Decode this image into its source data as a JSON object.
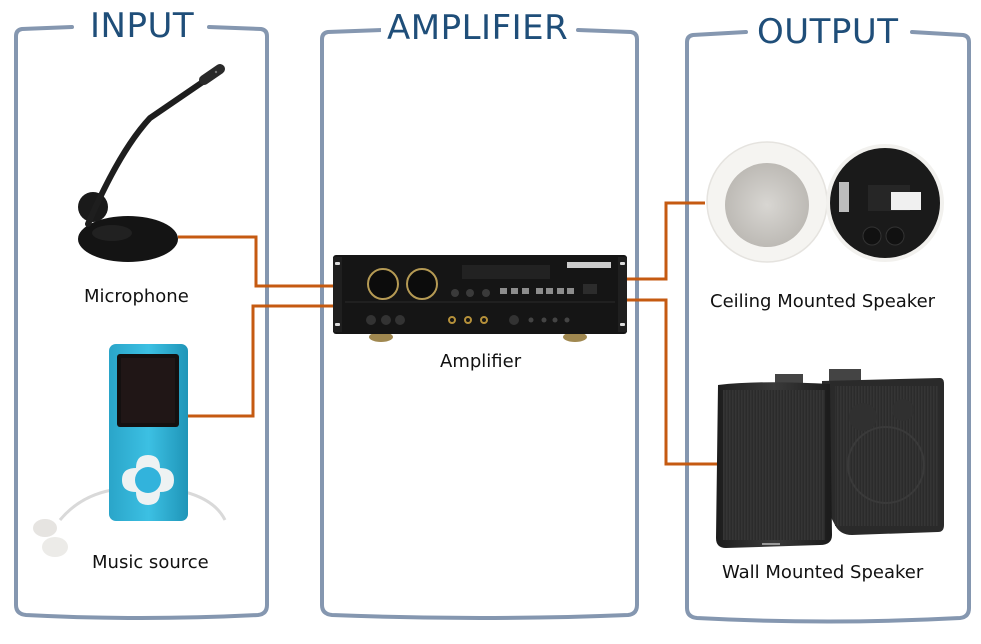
{
  "diagram": {
    "frame_color": "#8597b0",
    "title_color": "#1f4e79",
    "wire_color": "#c55a11",
    "panels": [
      {
        "id": "input",
        "title": "INPUT",
        "devices": [
          {
            "id": "microphone",
            "label": "Microphone"
          },
          {
            "id": "music-source",
            "label": "Music source"
          }
        ]
      },
      {
        "id": "amplifier",
        "title": "AMPLIFIER",
        "devices": [
          {
            "id": "amplifier",
            "label": "Amplifier"
          }
        ]
      },
      {
        "id": "output",
        "title": "OUTPUT",
        "devices": [
          {
            "id": "ceiling-speaker",
            "label": "Ceiling Mounted Speaker"
          },
          {
            "id": "wall-speaker",
            "label": "Wall Mounted Speaker"
          }
        ]
      }
    ],
    "connections": [
      {
        "from": "Microphone",
        "to": "Amplifier"
      },
      {
        "from": "Music source",
        "to": "Amplifier"
      },
      {
        "from": "Amplifier",
        "to": "Ceiling Mounted Speaker"
      },
      {
        "from": "Amplifier",
        "to": "Wall Mounted Speaker"
      }
    ]
  }
}
